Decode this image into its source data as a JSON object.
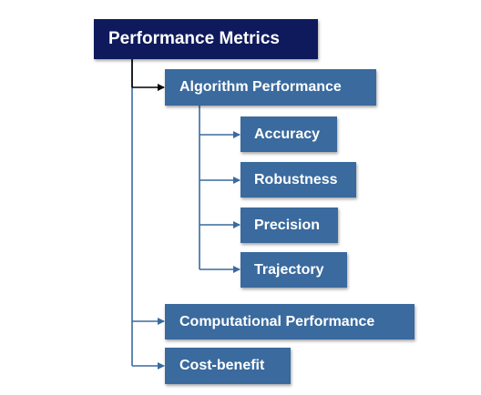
{
  "root": {
    "label": "Performance Metrics"
  },
  "children": [
    {
      "label": "Algorithm Performance",
      "children": [
        {
          "label": "Accuracy"
        },
        {
          "label": "Robustness"
        },
        {
          "label": "Precision"
        },
        {
          "label": "Trajectory"
        }
      ]
    },
    {
      "label": "Computational Performance"
    },
    {
      "label": "Cost-benefit"
    }
  ],
  "colors": {
    "root_fill": "#0f1a5c",
    "node_fill": "#3a6a9e",
    "text": "#ffffff",
    "root_connector": "#000000",
    "connector": "#3a6a9e"
  }
}
